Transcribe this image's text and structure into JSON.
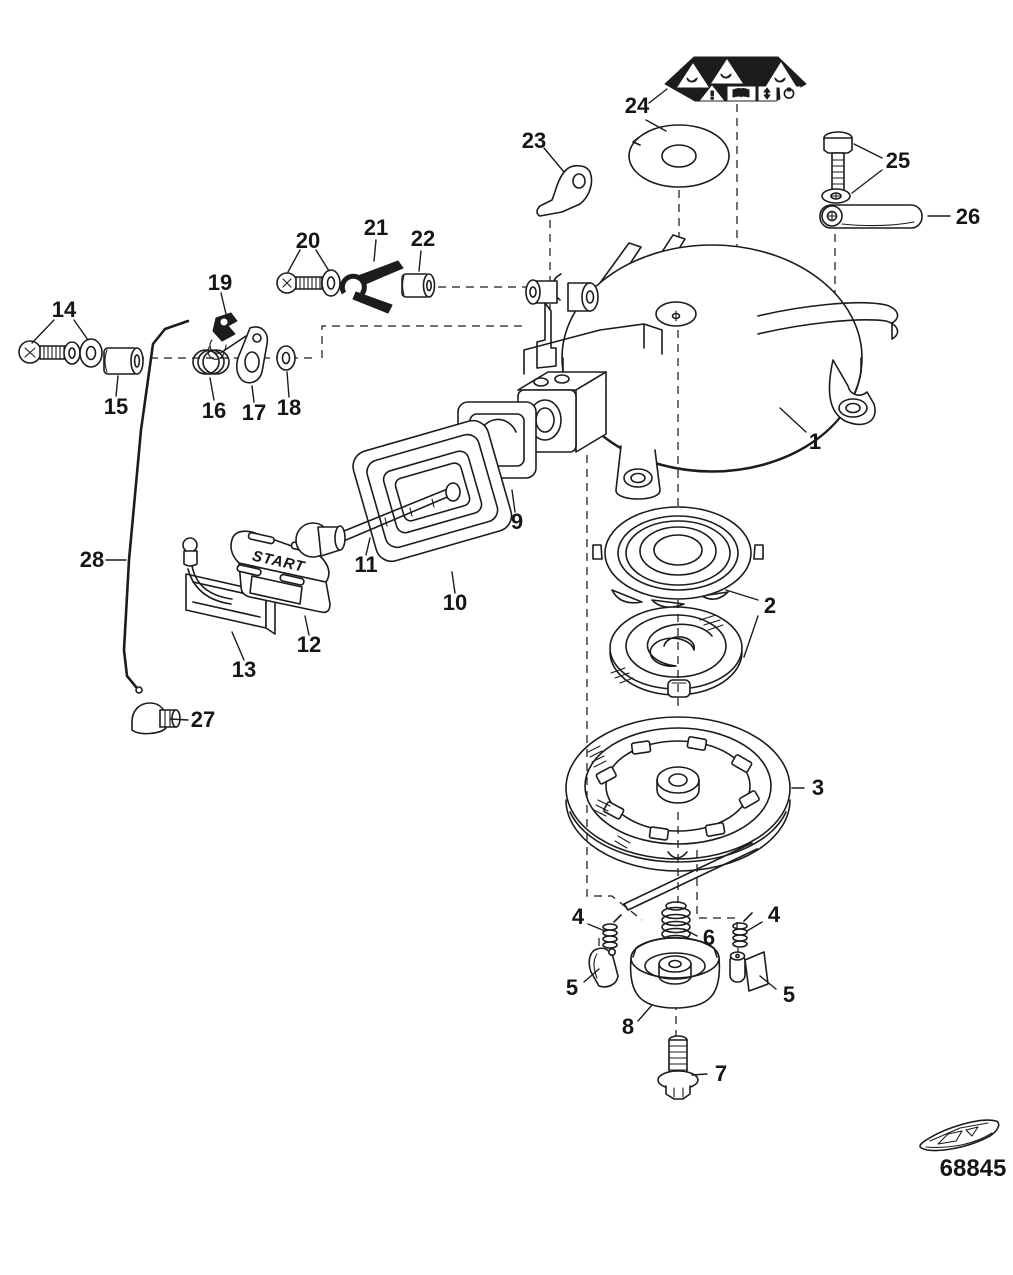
{
  "document": {
    "type": "exploded-parts-diagram",
    "subject": "recoil starter assembly",
    "line_color": "#1c1c1c",
    "background_color": "#ffffff"
  },
  "handle": {
    "label": "START"
  },
  "footer": {
    "code": "68845",
    "logo_icon": "boat-logo"
  },
  "warning_label": {
    "icons": [
      "hazard-triangle-icon",
      "hazard-triangle-icon",
      "hazard-triangle-icon",
      "exclamation-triangle-icon",
      "read-manual-icon",
      "vertical-arrows-icon",
      "ring-pull-icon"
    ]
  },
  "callouts": {
    "p1": "1",
    "p2": "2",
    "p3": "3",
    "p4": "4",
    "p5": "5",
    "p6": "6",
    "p7": "7",
    "p8": "8",
    "p9": "9",
    "p10": "10",
    "p11": "11",
    "p12": "12",
    "p13": "13",
    "p14": "14",
    "p15": "15",
    "p16": "16",
    "p17": "17",
    "p18": "18",
    "p19": "19",
    "p20": "20",
    "p21": "21",
    "p22": "22",
    "p23": "23",
    "p24": "24",
    "p25": "25",
    "p26": "26",
    "p27": "27",
    "p28": "28"
  }
}
